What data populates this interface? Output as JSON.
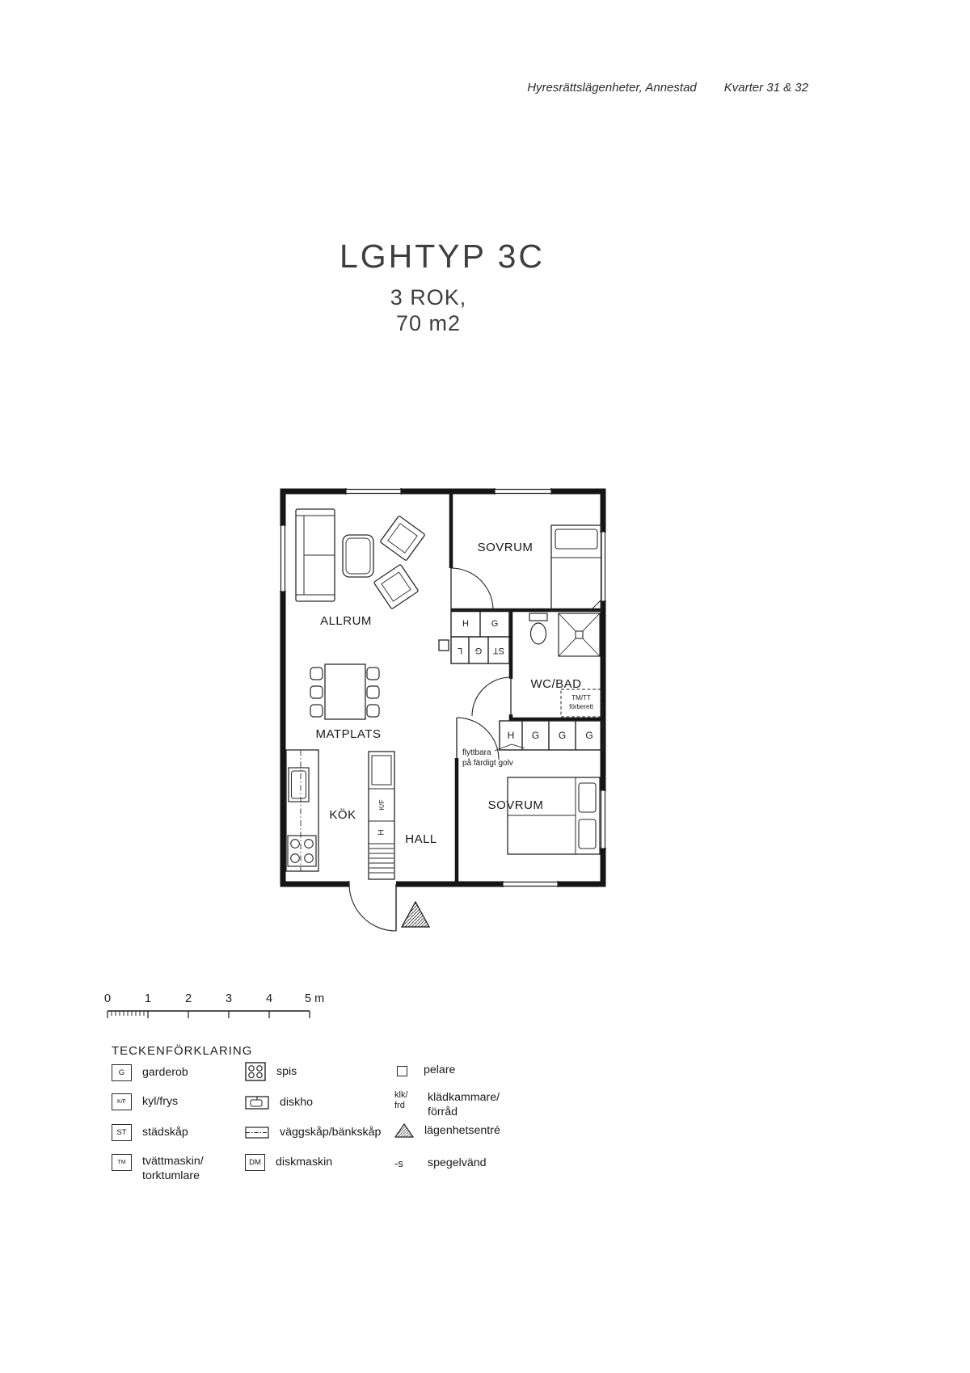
{
  "header": {
    "left": "Hyresrättslägenheter, Annestad",
    "right": "Kvarter 31 & 32"
  },
  "title": {
    "main": "LGHTYP 3C",
    "sub1": "3 ROK,",
    "sub2": "70 m2"
  },
  "plan": {
    "rooms": {
      "sovrum_top": "SOVRUM",
      "allrum": "ALLRUM",
      "matplats": "MATPLATS",
      "wcbad": "WC/BAD",
      "kok": "KÖK",
      "hall": "HALL",
      "sovrum_bottom": "SOVRUM"
    },
    "closet_top_row": {
      "c1": "H",
      "c2": "G"
    },
    "closet_mid_row": {
      "c1": "L",
      "c2": "G",
      "c3": "ST"
    },
    "closet_right_row": {
      "c1": "H",
      "c2": "G",
      "c3": "G",
      "c4": "G"
    },
    "kf": "K/F",
    "h": "H",
    "tm_note": {
      "l1": "TM/TT",
      "l2": "förberett"
    },
    "floor_note": {
      "l1": "flyttbara",
      "l2": "på färdigt golv"
    }
  },
  "scale": {
    "t0": "0",
    "t1": "1",
    "t2": "2",
    "t3": "3",
    "t4": "4",
    "t5": "5 m"
  },
  "legend": {
    "title": "TECKENFÖRKLARING",
    "garderob": {
      "symbol": "G",
      "label": "garderob"
    },
    "kylfrys": {
      "symbol": "K/F",
      "label": "kyl/frys"
    },
    "stadskap": {
      "symbol": "ST",
      "label": "städskåp"
    },
    "tvattmaskin": {
      "symbol": "TM",
      "label1": "tvättmaskin/",
      "label2": "torktumlare"
    },
    "spis": {
      "label": "spis"
    },
    "diskho": {
      "label": "diskho"
    },
    "vaggskap": {
      "label": "väggskåp/bänkskåp"
    },
    "diskmaskin": {
      "symbol": "DM",
      "label": "diskmaskin"
    },
    "pelare": {
      "label": "pelare"
    },
    "kladkammare": {
      "symbol1": "klk/",
      "symbol2": "frd",
      "label1": "klädkammare/",
      "label2": "förråd"
    },
    "entre": {
      "label": "lägenhetsentré"
    },
    "spegelvand": {
      "symbol": "-s",
      "label": "spegelvänd"
    }
  }
}
